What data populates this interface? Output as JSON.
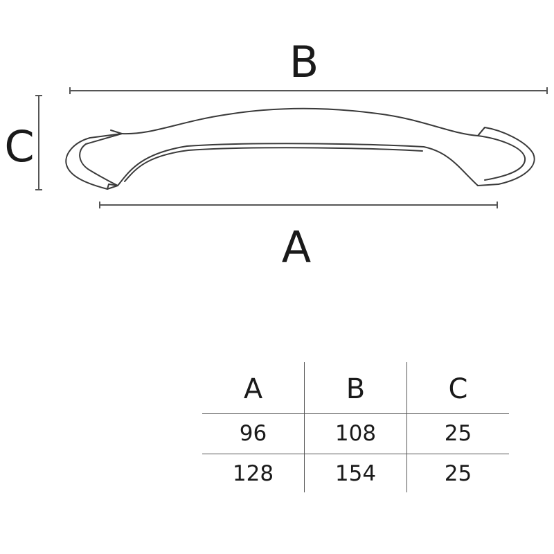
{
  "dimensions": {
    "overall_length_label": "B",
    "hole_spacing_label": "A",
    "height_label": "C"
  },
  "table": {
    "columns": [
      "A",
      "B",
      "C"
    ],
    "rows": [
      [
        "96",
        "108",
        "25"
      ],
      [
        "128",
        "154",
        "25"
      ]
    ]
  },
  "colors": {
    "line": "#555555",
    "handle_fill": "#ffffff",
    "handle_stroke": "#3a3a3a",
    "text": "#1a1a1a"
  }
}
